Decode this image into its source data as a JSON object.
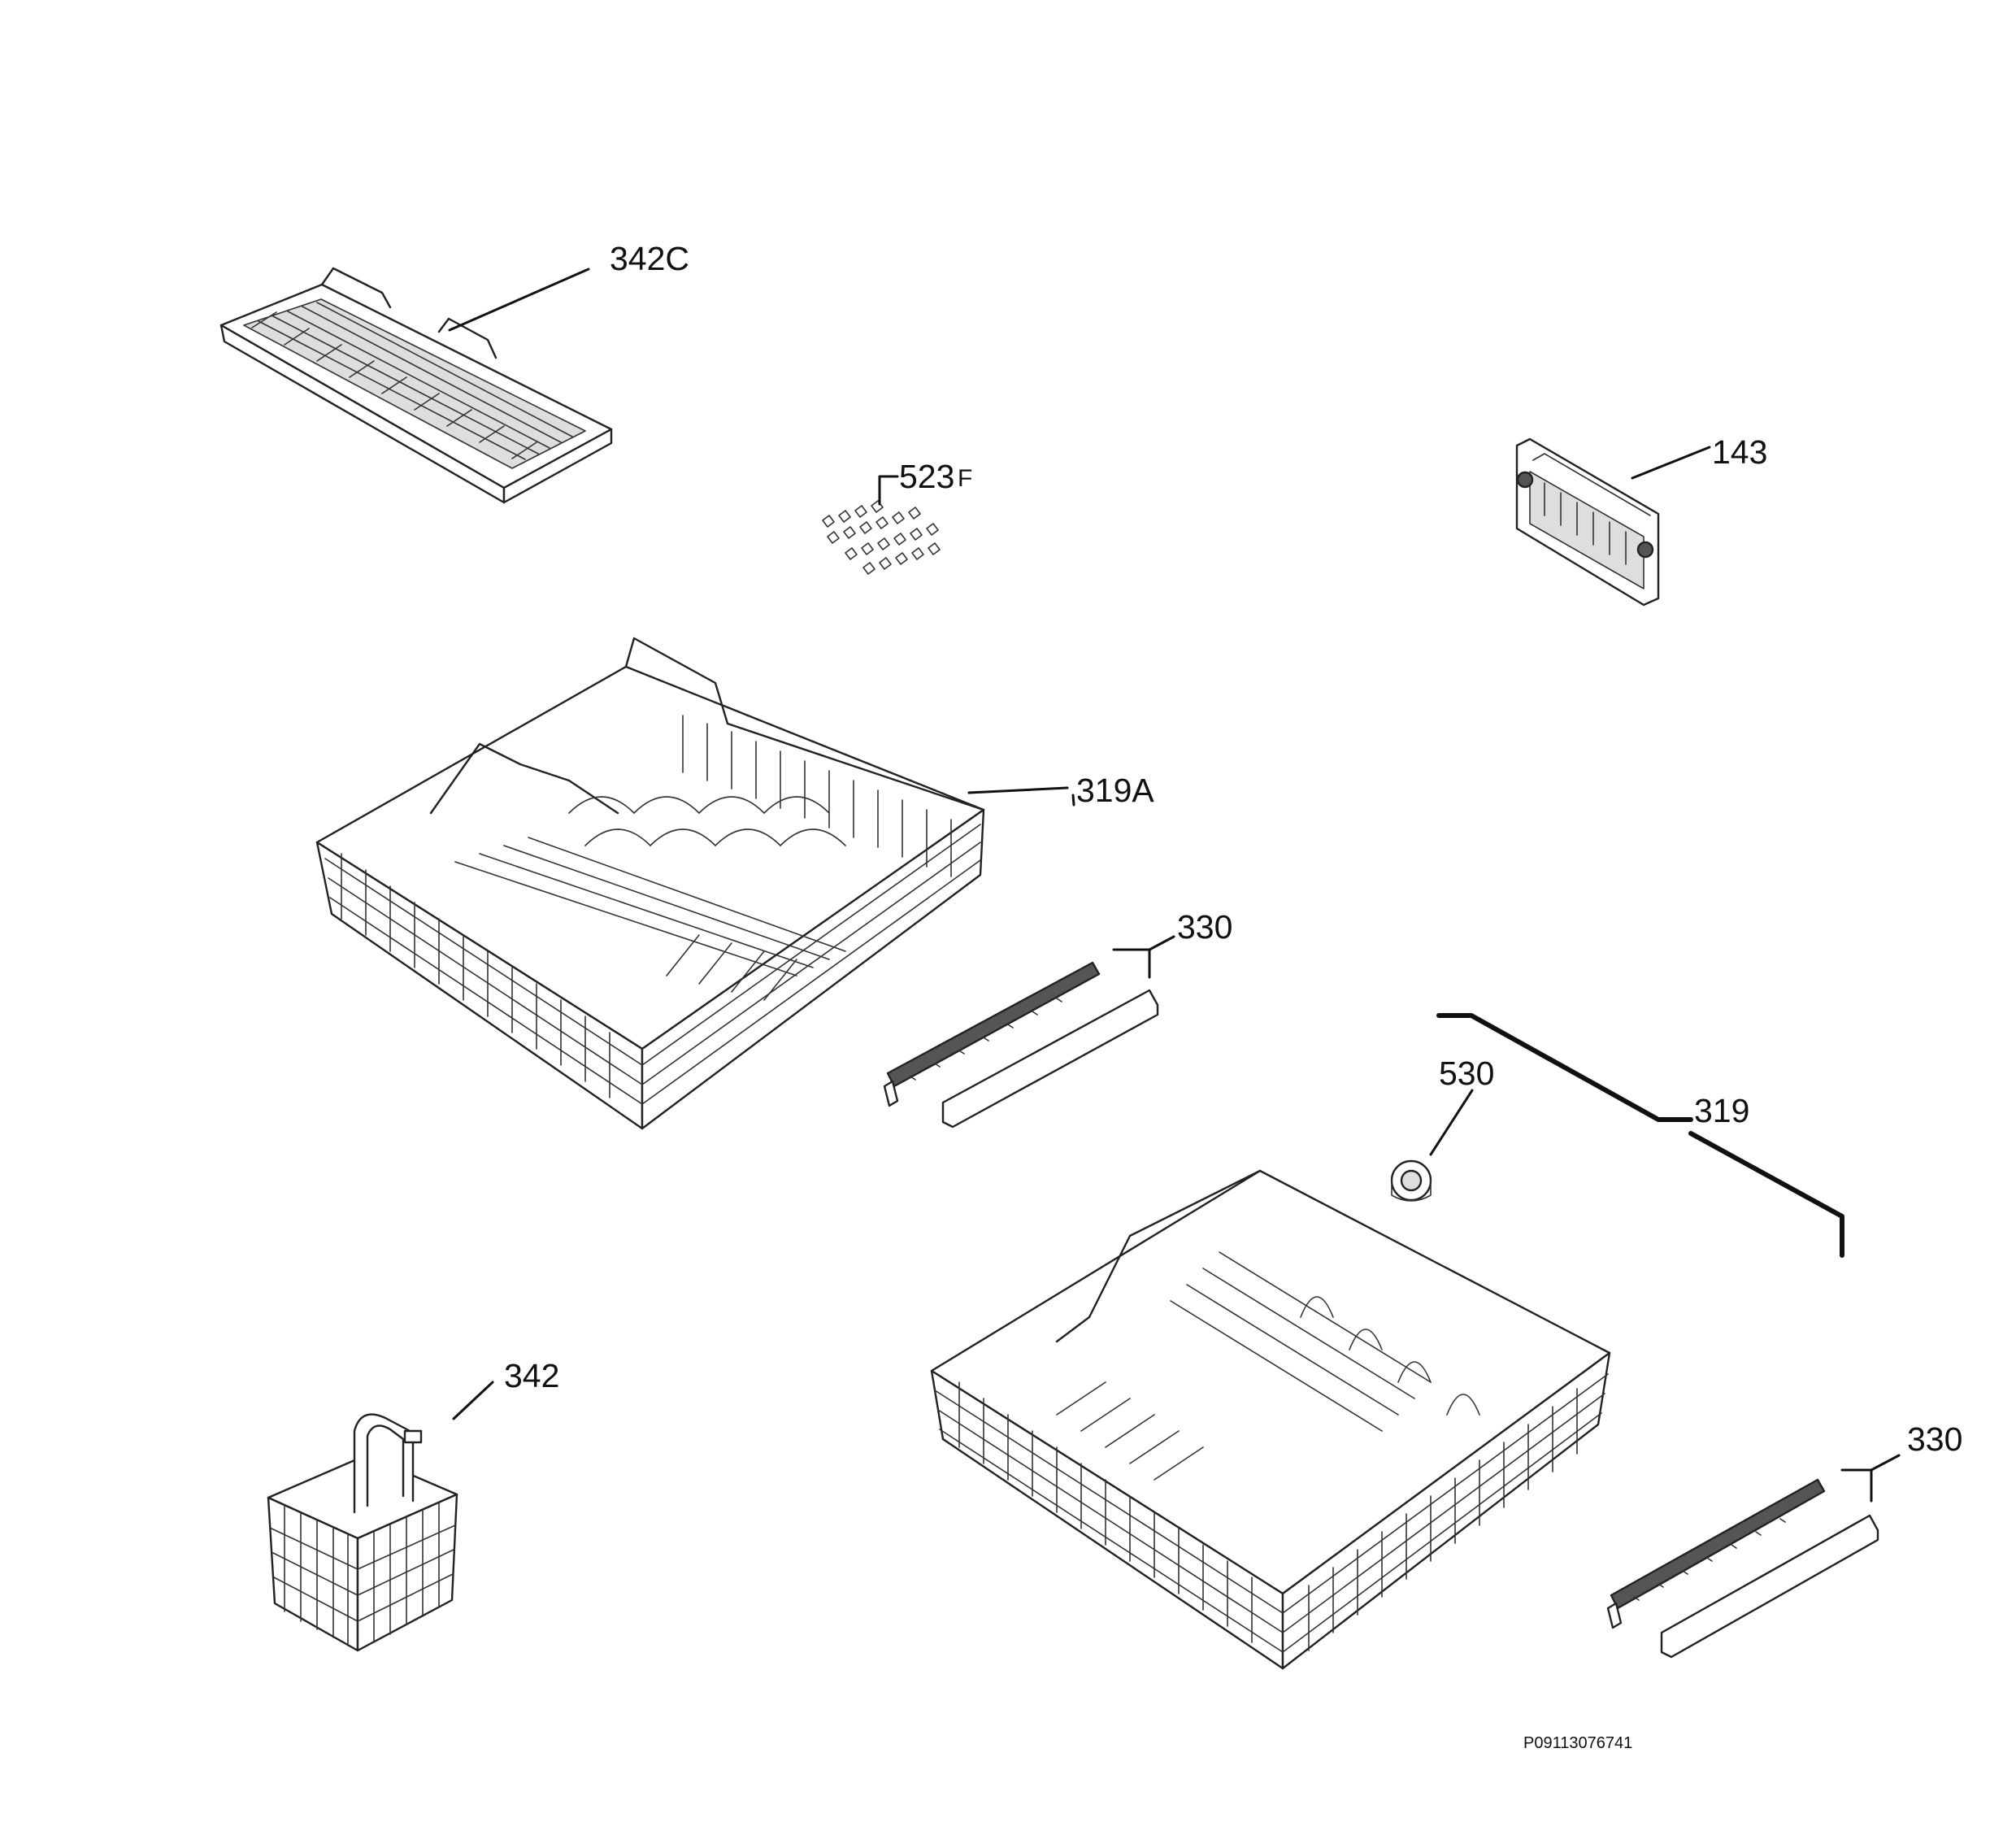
{
  "parts": [
    {
      "id": "342C",
      "description": "cutlery tray"
    },
    {
      "id": "523",
      "suffix": "F",
      "description": "rack clips"
    },
    {
      "id": "143",
      "description": "rack height adjuster"
    },
    {
      "id": "319A",
      "description": "upper basket"
    },
    {
      "id": "330",
      "description": "rail and end cap (upper)"
    },
    {
      "id": "530",
      "description": "rack wheel"
    },
    {
      "id": "319",
      "description": "lower basket"
    },
    {
      "id": "342",
      "description": "cutlery basket"
    },
    {
      "id": "330",
      "description": "rail and end cap (lower)"
    }
  ],
  "drawing_code": "P09113076741"
}
